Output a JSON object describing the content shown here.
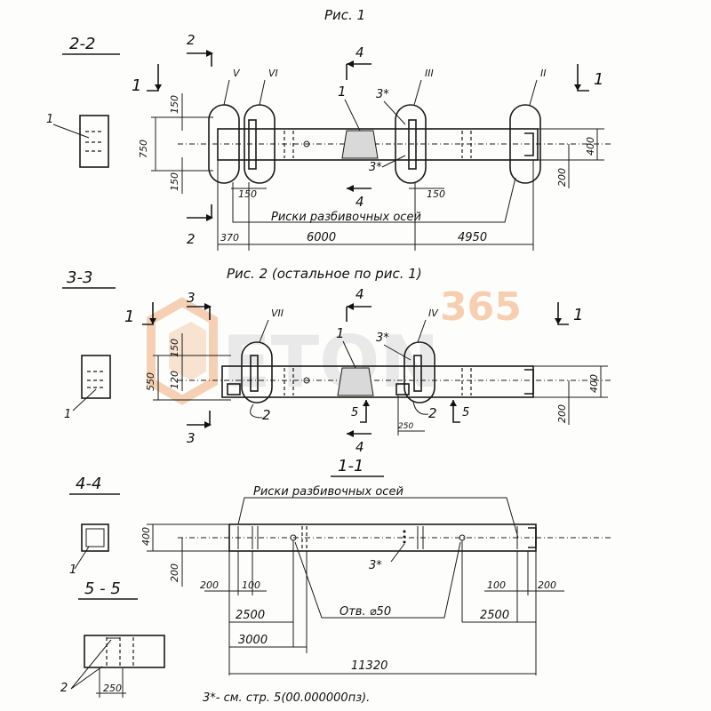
{
  "fig1": {
    "caption": "Рис. 1",
    "section_title": "2-2",
    "cut_2": "2",
    "cut_4": "4",
    "cut_1": "1",
    "callout_1": "1",
    "callout_3star": "3*",
    "markers": [
      "V",
      "VI",
      "III",
      "II"
    ],
    "dims": [
      "150",
      "750",
      "150",
      "150",
      "150",
      "400",
      "200",
      "370",
      "6000",
      "4950"
    ],
    "axes_note": "Риски разбивочных осей"
  },
  "fig2": {
    "caption": "Рис. 2 (остальное по рис. 1)",
    "section_title": "3-3",
    "cut_3": "3",
    "cut_4": "4",
    "cut_5": "5",
    "cut_1": "1",
    "callout_1": "1",
    "callout_2": "2",
    "callout_3star": "3*",
    "markers": [
      "VII",
      "IV"
    ],
    "dims": [
      "150",
      "550",
      "120",
      "400",
      "200",
      "250"
    ]
  },
  "section44": {
    "title": "4-4",
    "callout_1": "1",
    "dims": [
      "400",
      "200"
    ]
  },
  "section11": {
    "title": "1-1",
    "axes_note": "Риски разбивочных осей",
    "callout_3star": "3*",
    "hole_note": "Отв. ⌀50",
    "dims": [
      "200",
      "100",
      "100",
      "200",
      "2500",
      "2500",
      "3000",
      "11320"
    ]
  },
  "section55": {
    "title": "5 - 5",
    "callout_2": "2",
    "dim": "250"
  },
  "footnote": "3*- см. стр. 5(00.000000пз).",
  "watermark": {
    "brand": "ETON",
    "number": "365",
    "brand_color": "#e8e8e8",
    "accent_color": "#f6c7a4"
  }
}
